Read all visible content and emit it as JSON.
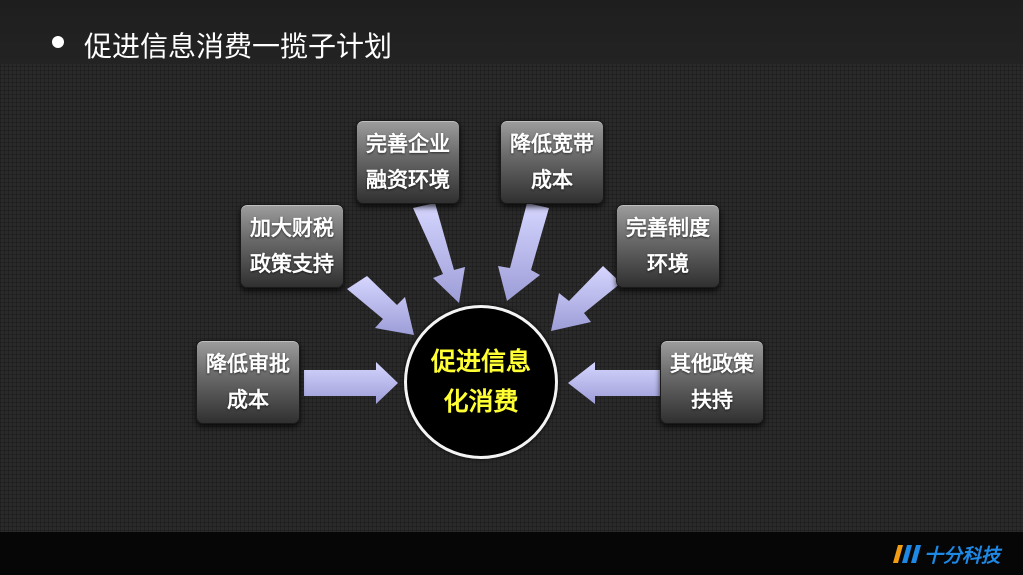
{
  "slide": {
    "title": "促进信息消费一揽子计划"
  },
  "diagram": {
    "center": {
      "line1": "促进信息",
      "line2": "化消费"
    },
    "nodes": [
      {
        "id": "finance",
        "line1": "完善企业",
        "line2": "融资环境"
      },
      {
        "id": "broadband",
        "line1": "降低宽带",
        "line2": "成本"
      },
      {
        "id": "fiscal",
        "line1": "加大财税",
        "line2": "政策支持"
      },
      {
        "id": "institution",
        "line1": "完善制度",
        "line2": "环境"
      },
      {
        "id": "approval",
        "line1": "降低审批",
        "line2": "成本"
      },
      {
        "id": "other",
        "line1": "其他政策",
        "line2": "扶持"
      }
    ]
  },
  "colors": {
    "arrow": "#b7b7ef",
    "center_text": "#ffff33",
    "node_text": "#ffffff",
    "logo": "#1e88e5"
  },
  "logo": {
    "text": "十分科技"
  }
}
